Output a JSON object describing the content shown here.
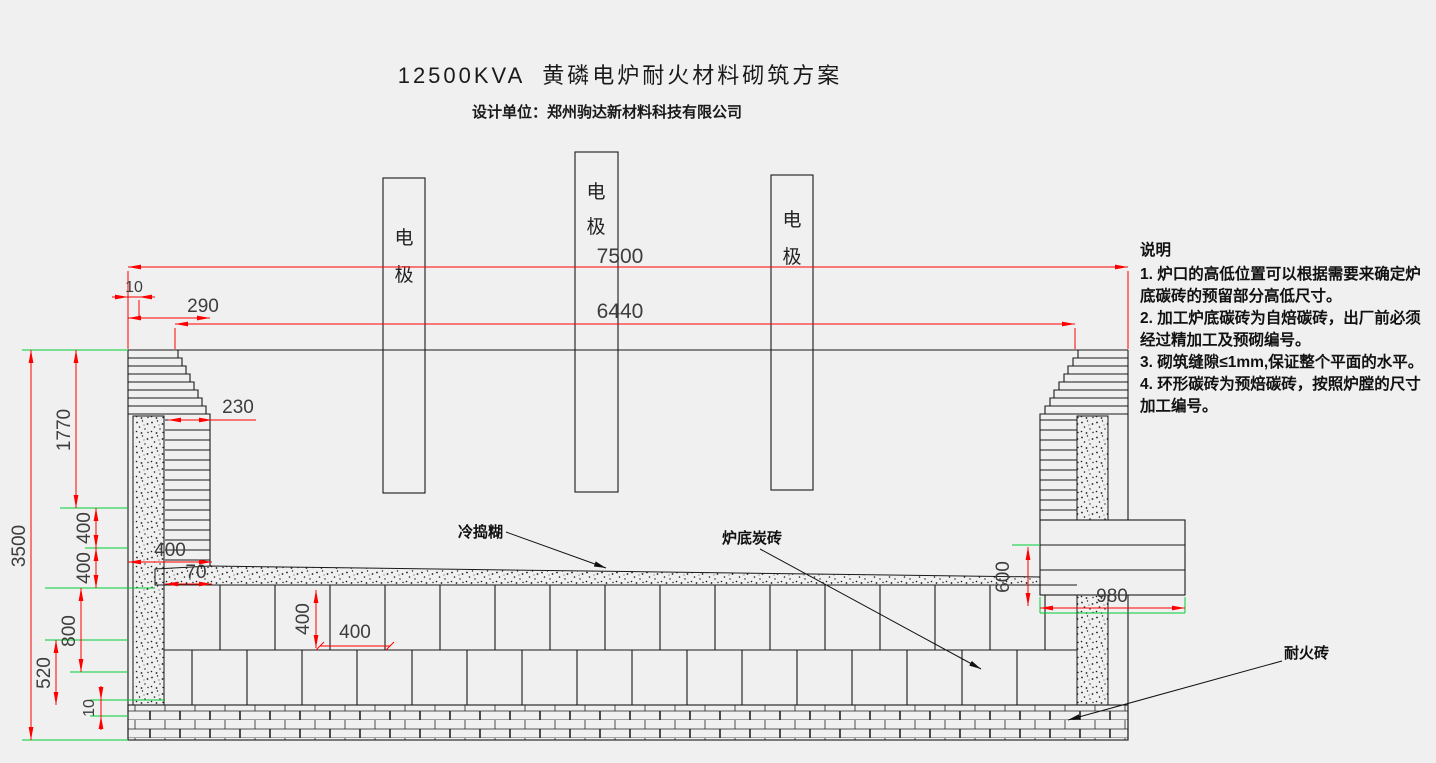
{
  "title": "12500KVA  黄磷电炉耐火材料砌筑方案",
  "subtitle": "设计单位：郑州驹达新材料科技有限公司",
  "electrode": {
    "char_top": "电",
    "char_bottom": "极"
  },
  "dims": {
    "d7500": "7500",
    "d6440": "6440",
    "d10_top": "10",
    "d290": "290",
    "d230": "230",
    "d3500": "3500",
    "d1770": "1770",
    "d400_a": "400",
    "d400_b": "400",
    "d800": "800",
    "d520": "520",
    "d10_bottom": "10",
    "d400_c": "400",
    "d70": "70",
    "d400_d": "400",
    "d400_e": "400",
    "d600": "600",
    "d980": "980"
  },
  "labels": {
    "cold_ramming_paste": "冷捣糊",
    "bottom_carbon_brick": "炉底炭砖",
    "refractory_brick": "耐火砖"
  },
  "notes": {
    "heading": "说明",
    "items": [
      "1. 炉口的高低位置可以根据需要来确定炉底碳砖的预留部分高低尺寸。",
      "2. 加工炉底碳砖为自焙碳砖，出厂前必须经过精加工及预砌编号。",
      "3. 砌筑缝隙≤1mm,保证整个平面的水平。",
      "4. 环形碳砖为预焙碳砖，按照炉膛的尺寸加工编号。"
    ]
  },
  "colors": {
    "background": "#f0f0f0",
    "structure_line": "#1a1a1a",
    "dimension_line": "#ff0000",
    "extension_line": "#00cc33",
    "dimension_text": "#3d3d3d"
  }
}
